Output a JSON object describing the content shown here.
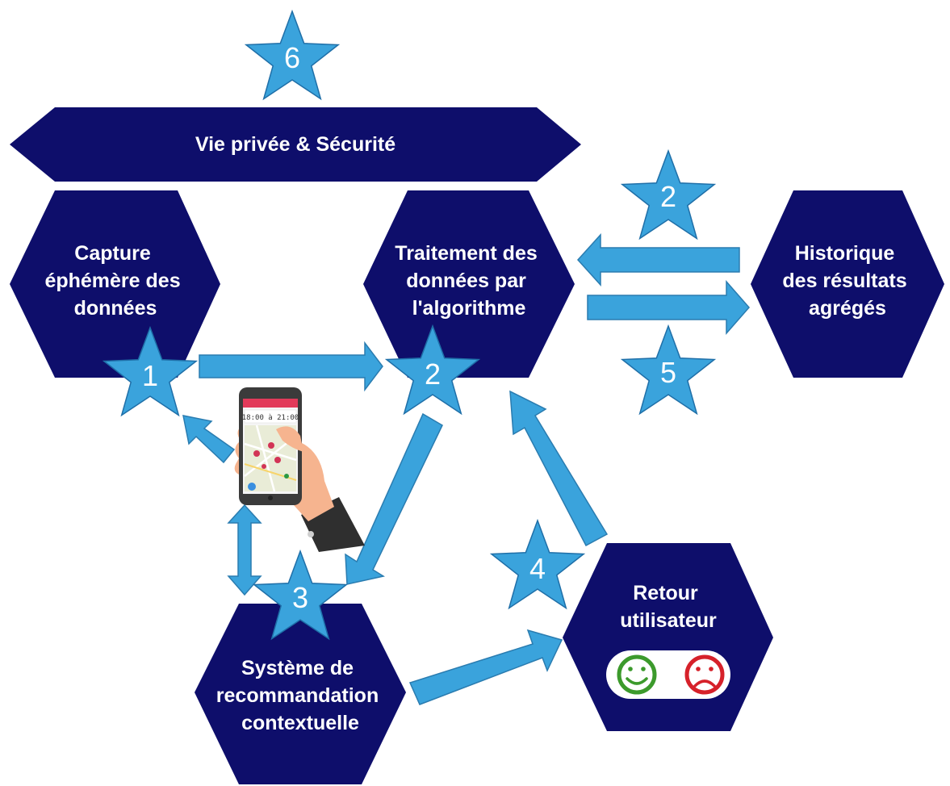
{
  "banner": {
    "label": "Vie privée & Sécurité"
  },
  "nodes": {
    "capture": {
      "lines": [
        "Capture",
        "éphémère des",
        "données"
      ]
    },
    "traitement": {
      "lines": [
        "Traitement des",
        "données par",
        "l'algorithme"
      ]
    },
    "historique": {
      "lines": [
        "Historique",
        "des résultats",
        "agrégés"
      ]
    },
    "systeme": {
      "lines": [
        "Système de",
        "recommandation",
        "contextuelle"
      ]
    },
    "retour": {
      "lines": [
        "Retour",
        "utilisateur"
      ]
    }
  },
  "stars": {
    "s1": "1",
    "s2a": "2",
    "s2b": "2",
    "s3": "3",
    "s4": "4",
    "s5": "5",
    "s6": "6"
  },
  "phone": {
    "time": "18:00 à 21:00"
  },
  "feedback": {
    "positive": "smiley-happy-icon",
    "negative": "smiley-sad-icon"
  },
  "colors": {
    "hexagon": "#0e0e6b",
    "arrow": "#3aa3dc",
    "star": "#3aa3dc",
    "positive": "#3c9a2c",
    "negative": "#d6212a"
  }
}
